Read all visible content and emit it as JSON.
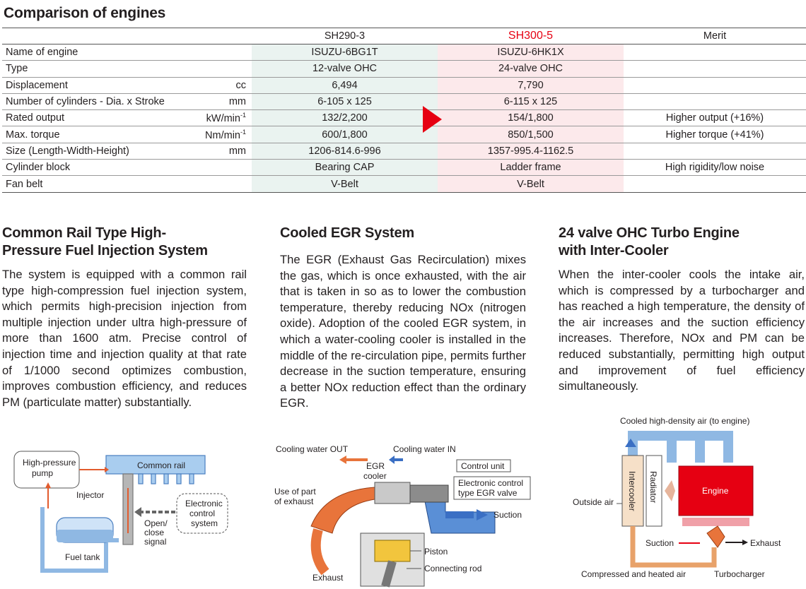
{
  "title": "Comparison of engines",
  "table": {
    "headers": [
      "",
      "",
      "SH290-3",
      "SH300-5",
      "Merit"
    ],
    "rows": [
      {
        "label": "Name of engine",
        "unit": "",
        "a": "ISUZU-6BG1T",
        "b": "ISUZU-6HK1X",
        "merit": ""
      },
      {
        "label": "Type",
        "unit": "",
        "a": "12-valve OHC",
        "b": "24-valve OHC",
        "merit": ""
      },
      {
        "label": "Displacement",
        "unit": "cc",
        "a": "6,494",
        "b": "7,790",
        "merit": ""
      },
      {
        "label": "Number of cylinders - Dia. x Stroke",
        "unit": "mm",
        "a": "6-105 x 125",
        "b": "6-115 x 125",
        "merit": ""
      },
      {
        "label": "Rated output",
        "unit": "kW/min",
        "unit_sup": "-1",
        "a": "132/2,200",
        "b": "154/1,800",
        "merit": "Higher output (+16%)"
      },
      {
        "label": "Max. torque",
        "unit": "Nm/min",
        "unit_sup": "-1",
        "a": "600/1,800",
        "b": "850/1,500",
        "merit": "Higher torque (+41%)"
      },
      {
        "label": "Size (Length-Width-Height)",
        "unit": "mm",
        "a": "1206-814.6-996",
        "b": "1357-995.4-1162.5",
        "merit": ""
      },
      {
        "label": "Cylinder block",
        "unit": "",
        "a": "Bearing CAP",
        "b": "Ladder frame",
        "merit": "High rigidity/low noise"
      },
      {
        "label": "Fan belt",
        "unit": "",
        "a": "V-Belt",
        "b": "V-Belt",
        "merit": ""
      }
    ]
  },
  "sections": [
    {
      "heading": [
        "Common Rail Type High-",
        "Pressure Fuel Injection System"
      ],
      "body": "The system is equipped with a common rail type high-compression fuel injection system, which permits high-precision injection from multiple injection under ultra high-pressure of more than 1600 atm. Precise control of injection time and injection quality at that rate of 1/1000 second optimizes combustion, improves combustion efficiency, and reduces PM (particulate matter) substantially."
    },
    {
      "heading": [
        "Cooled EGR System"
      ],
      "body": "The EGR (Exhaust Gas Recirculation) mixes the gas, which is once exhausted, with the air that is taken in so as to lower the combustion temperature, thereby reducing NOx (nitrogen oxide). Adoption of the cooled EGR system, in which a water-cooling cooler is installed in the middle of the re-circulation pipe, permits further decrease in the suction temperature, ensuring a better NOx reduction effect than the ordinary EGR."
    },
    {
      "heading": [
        "24 valve OHC Turbo Engine",
        "with Inter-Cooler"
      ],
      "body": "When the inter-cooler cools the intake air, which is compressed by a turbocharger and has reached a high temperature, the density of the air increases and the suction efficiency increases. Therefore, NOx and PM can be reduced substantially, permitting high output and improvement of fuel efficiency simultaneously."
    }
  ],
  "diagram_fuel": {
    "pump": [
      "High-pressure",
      "pump"
    ],
    "rail": "Common rail",
    "injector": "Injector",
    "ecu": [
      "Electronic",
      "control",
      "system"
    ],
    "signal": [
      "Open/",
      "close",
      "signal"
    ],
    "tank": "Fuel tank"
  },
  "diagram_egr": {
    "water_out": "Cooling water OUT",
    "water_in": "Cooling water IN",
    "egr_cooler": [
      "EGR",
      "cooler"
    ],
    "control_unit": "Control unit",
    "valve": [
      "Electronic control",
      "type EGR valve"
    ],
    "exhaust_use": [
      "Use of part",
      "of exhaust"
    ],
    "suction": "Suction",
    "piston": "Piston",
    "rod": "Connecting rod",
    "exhaust": "Exhaust"
  },
  "diagram_turbo": {
    "cooled_air": "Cooled high-density air (to engine)",
    "outside": "Outside air",
    "intercooler": "Intercooler",
    "radiator": "Radiator",
    "engine": "Engine",
    "suction": "Suction",
    "exhaust": "Exhaust",
    "compressed": "Compressed and heated air",
    "turbo": "Turbocharger"
  },
  "colors": {
    "accent_red": "#e60012",
    "col_a_bg": "#eaf3f0",
    "col_b_bg": "#fce9eb",
    "pipe_blue": "#8fb8e3",
    "hot_orange": "#e8743b"
  }
}
